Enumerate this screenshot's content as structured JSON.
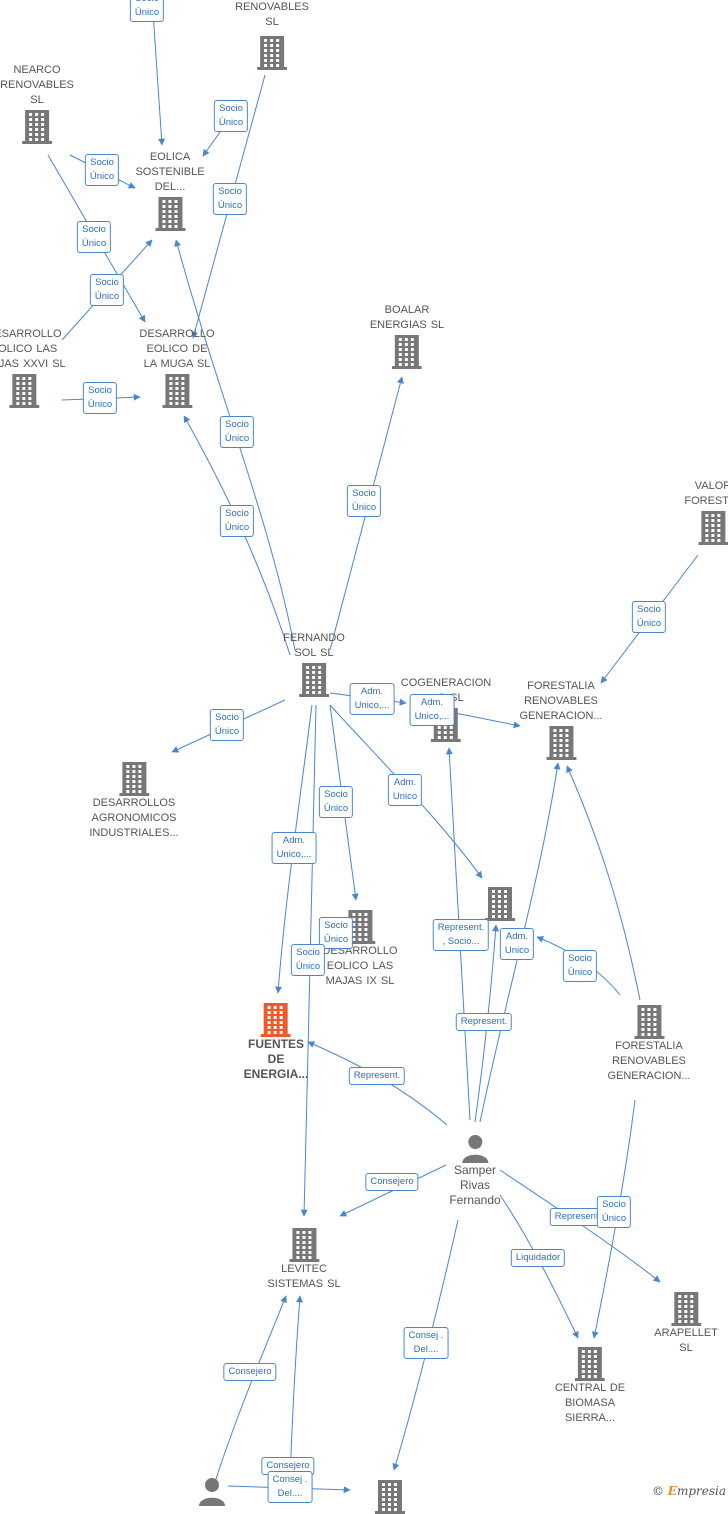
{
  "colors": {
    "edge": "#4a86cf",
    "label_text": "#2d6fc0",
    "building": "#777777",
    "building_focus": "#f05a28",
    "text": "#555555"
  },
  "nodes": [
    {
      "id": "renovables_top",
      "label": "RENOVABLES\nSL",
      "type": "building"
    },
    {
      "id": "nearco",
      "label": "NEARCO\nRENOVABLES\nSL",
      "type": "building"
    },
    {
      "id": "eolica",
      "label": "EOLICA\nSOSTENIBLE\nDEL...",
      "type": "building"
    },
    {
      "id": "majas26",
      "label": "DESARROLLO\nEOLICO LAS\nMAJAS XXVI  SL",
      "type": "building"
    },
    {
      "id": "muga",
      "label": "DESARROLLO\nEOLICO DE\nLA MUGA SL",
      "type": "building"
    },
    {
      "id": "boalar",
      "label": "BOALAR\nENERGIAS  SL",
      "type": "building"
    },
    {
      "id": "valor",
      "label": "VALOR\nFORESTAL",
      "type": "building"
    },
    {
      "id": "fernando",
      "label": "FERNANDO\nSOL SL",
      "type": "building"
    },
    {
      "id": "cogen",
      "label": "COGENERACION\n...O  SL",
      "type": "building"
    },
    {
      "id": "forestalia1",
      "label": "FORESTALIA\nRENOVABLES\nGENERACION...",
      "type": "building"
    },
    {
      "id": "agronomicos",
      "label": "DESARROLLOS\nAGRONOMICOS\nINDUSTRIALES...",
      "type": "building"
    },
    {
      "id": "majas9",
      "label": "DESARROLLO\nEOLICO LAS\nMAJAS IX  SL",
      "type": "building"
    },
    {
      "id": "unnamed_mid",
      "label": "",
      "type": "building"
    },
    {
      "id": "fuentes",
      "label": "FUENTES\nDE\nENERGIA...",
      "type": "building_focus"
    },
    {
      "id": "forestalia2",
      "label": "FORESTALIA\nRENOVABLES\nGENERACION...",
      "type": "building"
    },
    {
      "id": "samper",
      "label": "Samper\nRivas\nFernando",
      "type": "person"
    },
    {
      "id": "levitec",
      "label": "LEVITEC\nSISTEMAS  SL",
      "type": "building"
    },
    {
      "id": "arapellet",
      "label": "ARAPELLET  SL",
      "type": "building"
    },
    {
      "id": "central",
      "label": "CENTRAL DE\nBIOMASA\nSIERRA...",
      "type": "building"
    },
    {
      "id": "person_bottom",
      "label": "",
      "type": "person"
    },
    {
      "id": "building_bottom",
      "label": "",
      "type": "building"
    }
  ],
  "edge_labels": [
    "Socio\nÚnico",
    "Socio\nÚnico",
    "Socio\nÚnico",
    "Socio\nÚnico",
    "Socio\nÚnico",
    "Socio\nÚnico",
    "Socio\nÚnico",
    "Socio\nÚnico",
    "Socio\nÚnico",
    "Socio\nÚnico",
    "Socio\nÚnico",
    "Socio\nÚnico",
    "Adm.\nUnico,...",
    "Adm.\nUnico,...",
    "Socio\nÚnico",
    "Socio\nÚnico",
    "Adm.\nUnico",
    "Adm.\nUnico,...",
    "Socio\nÚnico",
    "Represent.\n, Socio...",
    "Adm.\nUnico",
    "Socio\nÚnico",
    "Represent.",
    "Represent.",
    "Consejero",
    "Represent.",
    "Socio\nÚnico",
    "Liquidador",
    "Consej .\nDel....",
    "Consejero",
    "Consejero",
    "Consej .\nDel...."
  ],
  "brand": {
    "symbol": "©",
    "initial": "E",
    "rest": "mpresia"
  }
}
